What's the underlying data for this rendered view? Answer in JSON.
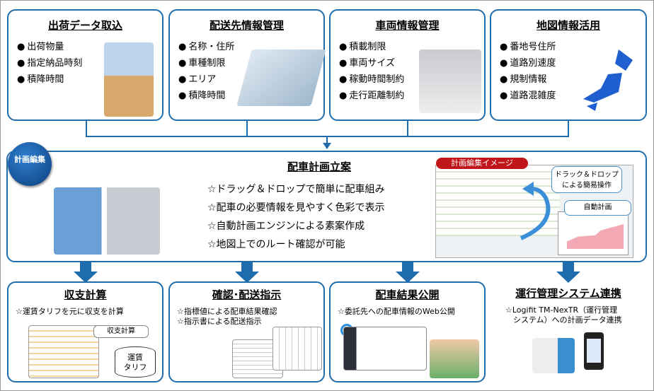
{
  "top_boxes": [
    {
      "title": "出荷データ取込",
      "items": [
        "出荷物量",
        "指定納品時刻",
        "積降時間"
      ]
    },
    {
      "title": "配送先情報管理",
      "items": [
        "名称・住所",
        "車種制限",
        "エリア",
        "積降時間"
      ]
    },
    {
      "title": "車両情報管理",
      "items": [
        "積載制限",
        "車両サイズ",
        "稼動時間制約",
        "走行距離制約"
      ]
    },
    {
      "title": "地図情報活用",
      "items": [
        "番地号住所",
        "道路別速度",
        "規制情報",
        "道路混雑度"
      ]
    }
  ],
  "plan": {
    "badge": "計画編集",
    "title": "配車計画立案",
    "items": [
      "☆ドラッグ＆ドロップで簡単に配車組み",
      "☆配車の必要情報を見やすく色彩で表示",
      "☆自動計画エンジンによる素案作成",
      "☆地図上でのルート確認が可能"
    ],
    "image_label": "計画編集イメージ",
    "callout_drag": "ドラック＆ドロップ\nによる簡易操作",
    "callout_auto": "自動計画"
  },
  "bottom_boxes": [
    {
      "title": "収支計算",
      "desc": [
        "☆運賃タリフを元に収支を計算"
      ],
      "callout": "収支計算",
      "db": "運賃\nタリフ"
    },
    {
      "title": "確認･配送指示",
      "desc": [
        "☆指標値による配車結果確認",
        "☆指示書による配送指示"
      ]
    },
    {
      "title": "配車結果公開",
      "desc": [
        "☆委託先への配車情報のWeb公開"
      ]
    },
    {
      "title": "運行管理システム連携",
      "desc": [
        "☆Logifit TM-NexTR（運行管理",
        "　システム）への計画データ連携"
      ]
    }
  ],
  "colors": {
    "accent": "#1f6cad",
    "badge": "#c0161b"
  }
}
